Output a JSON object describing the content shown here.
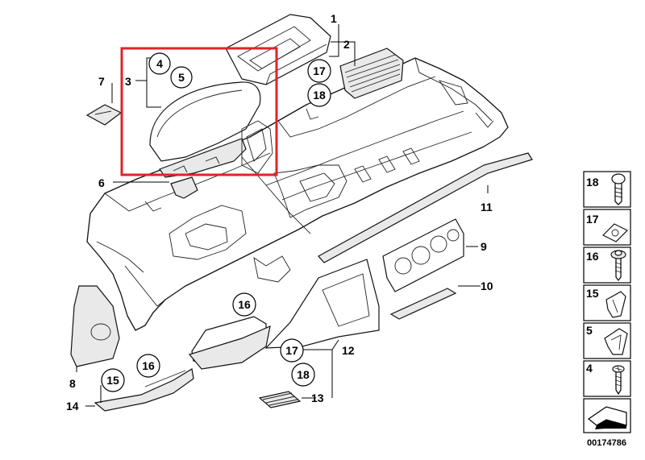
{
  "diagram": {
    "doc_number": "00174786",
    "highlight_color": "#e0232a",
    "plain_labels": {
      "l1": "1",
      "l2": "2",
      "l3": "3",
      "l6": "6",
      "l7": "7",
      "l8": "8",
      "l9": "9",
      "l10": "10",
      "l11": "11",
      "l12": "12",
      "l13": "13",
      "l14": "14"
    },
    "circled_labels": {
      "c4": "4",
      "c5": "5",
      "c17a": "17",
      "c18a": "18",
      "c16a": "16",
      "c17b": "17",
      "c18b": "18",
      "c15": "15",
      "c16b": "16"
    },
    "side_legend": [
      {
        "label": "18",
        "icon": "screw-icon"
      },
      {
        "label": "17",
        "icon": "clip-nut-icon"
      },
      {
        "label": "16",
        "icon": "washer-screw-icon"
      },
      {
        "label": "15",
        "icon": "spring-clip-icon"
      },
      {
        "label": "5",
        "icon": "clip-icon"
      },
      {
        "label": "4",
        "icon": "tapping-screw-icon"
      },
      {
        "label": "",
        "icon": "reference-arrow-icon"
      }
    ]
  }
}
